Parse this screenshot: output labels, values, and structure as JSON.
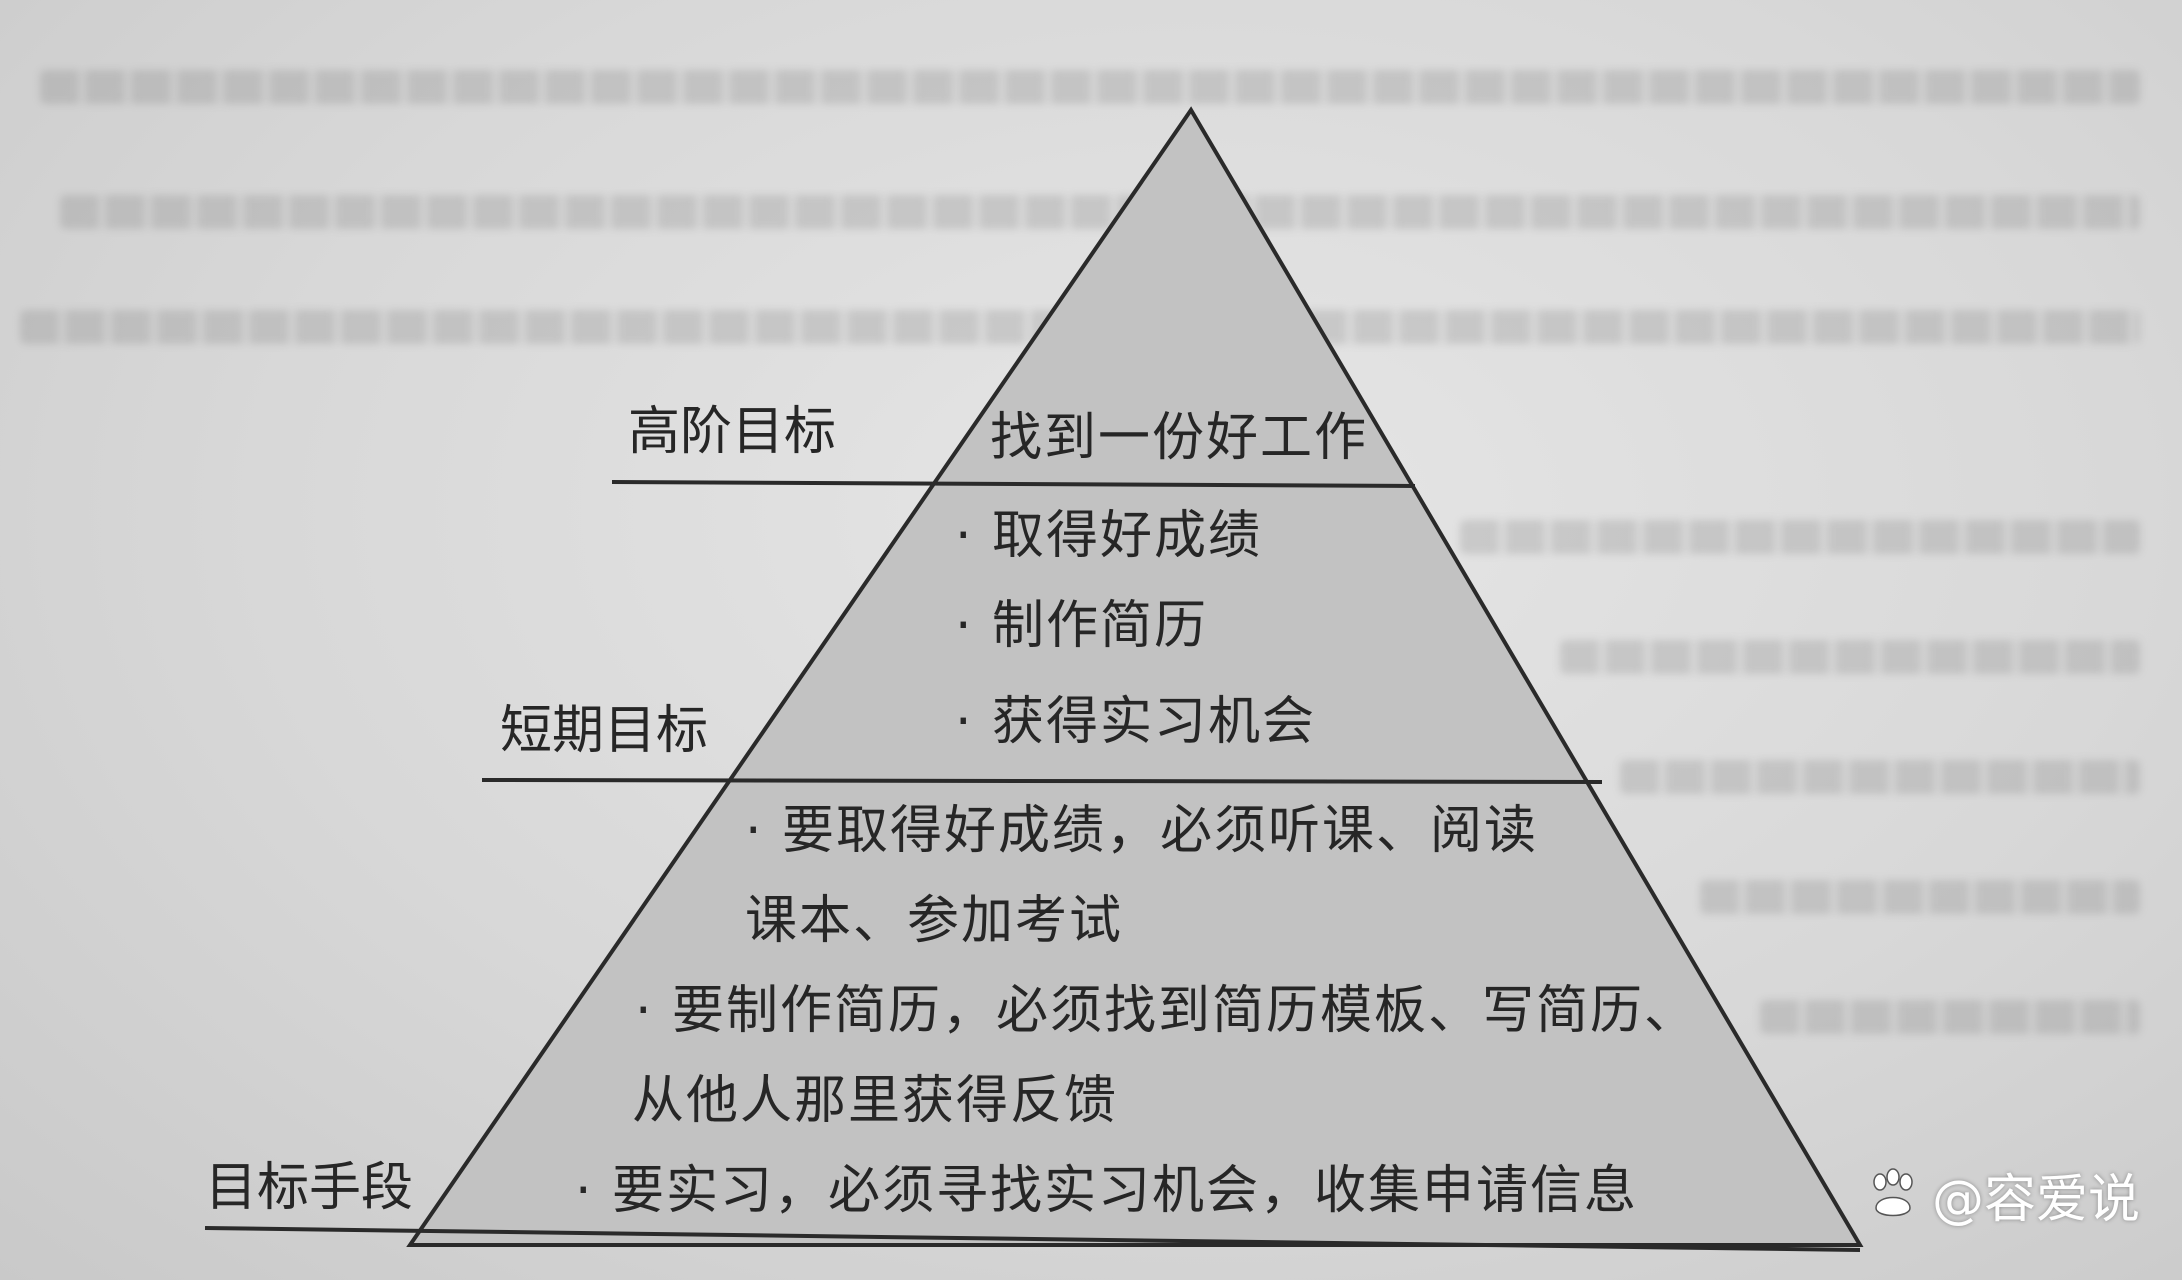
{
  "levels": {
    "top": {
      "label": "高阶目标",
      "text": "找到一份好工作"
    },
    "middle": {
      "label": "短期目标",
      "items": [
        "· 取得好成绩",
        "· 制作简历",
        "· 获得实习机会"
      ]
    },
    "bottom": {
      "label": "目标手段",
      "lines": [
        "· 要取得好成绩，必须听课、阅读",
        "课本、参加考试",
        "· 要制作简历，必须找到简历模板、写简历、",
        "从他人那里获得反馈",
        "· 要实习，必须寻找实习机会，收集申请信息"
      ]
    }
  },
  "watermark": {
    "text": "@容爱说",
    "icon": "paw-logo-icon"
  },
  "colors": {
    "triangle_fill": "#c2c2c2",
    "line": "#2a2a2a",
    "text": "#262626"
  }
}
